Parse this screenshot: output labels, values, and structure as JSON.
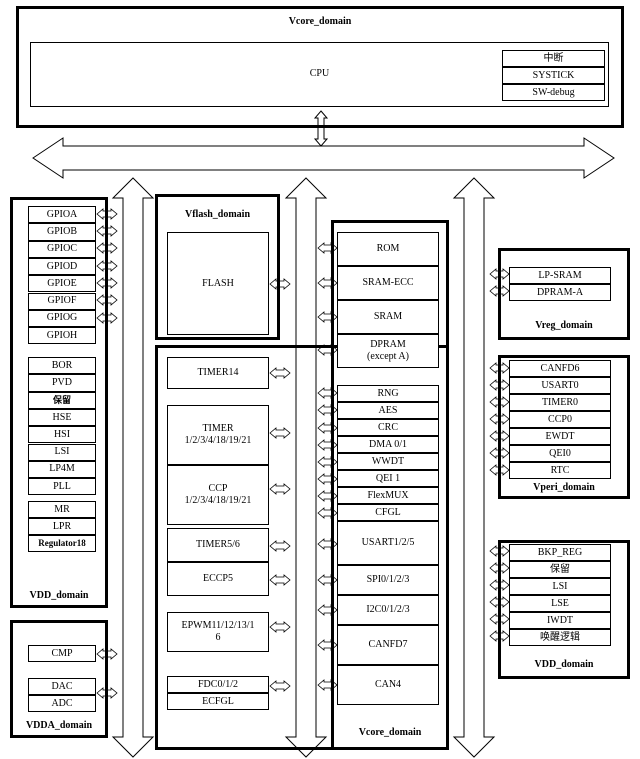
{
  "vcore_top": {
    "title": "Vcore_domain",
    "cpu": "CPU",
    "cpu_items": [
      "中断",
      "SYSTICK",
      "SW-debug"
    ]
  },
  "vdd_left": {
    "title": "VDD_domain",
    "gpio": [
      "GPIOA",
      "GPIOB",
      "GPIOC",
      "GPIOD",
      "GPIOE",
      "GPIOF",
      "GPIOG",
      "GPIOH"
    ],
    "power": [
      "BOR",
      "PVD",
      "保留",
      "HSE",
      "HSI",
      "LSI",
      "LP4M",
      "PLL"
    ],
    "regs": [
      "MR",
      "LPR",
      "Regulator18"
    ]
  },
  "vdda": {
    "title": "VDDA_domain",
    "items": [
      "CMP",
      "DAC",
      "ADC"
    ]
  },
  "vflash": {
    "title": "Vflash_domain",
    "flash": "FLASH"
  },
  "vcore_main": {
    "title": "Vcore_domain",
    "mem": [
      "ROM",
      "SRAM-ECC",
      "SRAM",
      "DPRAM\n(except A)"
    ],
    "timers": [
      "TIMER14",
      "TIMER\n1/2/3/4/18/19/21",
      "CCP\n1/2/3/4/18/19/21",
      "TIMER5/6",
      "ECCP5",
      "EPWM11/12/13/1\n6",
      "FDC0/1/2",
      "ECFGL"
    ],
    "periph": [
      "RNG",
      "AES",
      "CRC",
      "DMA 0/1",
      "WWDT",
      "QEI 1",
      "FlexMUX",
      "CFGL",
      "USART1/2/5",
      "SPI0/1/2/3",
      "I2C0/1/2/3",
      "CANFD7",
      "CAN4"
    ]
  },
  "vreg": {
    "title": "Vreg_domain",
    "items": [
      "LP-SRAM",
      "DPRAM-A"
    ]
  },
  "vperi": {
    "title": "Vperi_domain",
    "items": [
      "CANFD6",
      "USART0",
      "TIMER0",
      "CCP0",
      "EWDT",
      "QEI0",
      "RTC"
    ]
  },
  "vdd_right": {
    "title": "VDD_domain",
    "items": [
      "BKP_REG",
      "保留",
      "LSI",
      "LSE",
      "IWDT",
      "唤醒逻辑"
    ]
  }
}
